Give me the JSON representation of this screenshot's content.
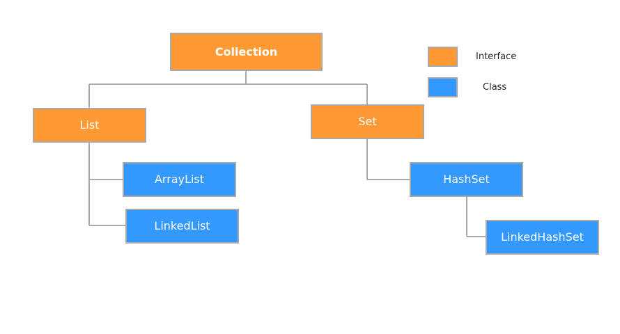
{
  "nodes": {
    "collection": "Collection",
    "list": "List",
    "set": "Set",
    "arraylist": "ArrayList",
    "linkedlist": "LinkedList",
    "hashset": "HashSet",
    "linkedhashset": "LinkedHashSet"
  },
  "legend": {
    "interface_label": "Interface",
    "class_label": "Class"
  },
  "colors": {
    "interface": "#ff9933",
    "class": "#3399ff",
    "line": "#a9a9a9"
  }
}
